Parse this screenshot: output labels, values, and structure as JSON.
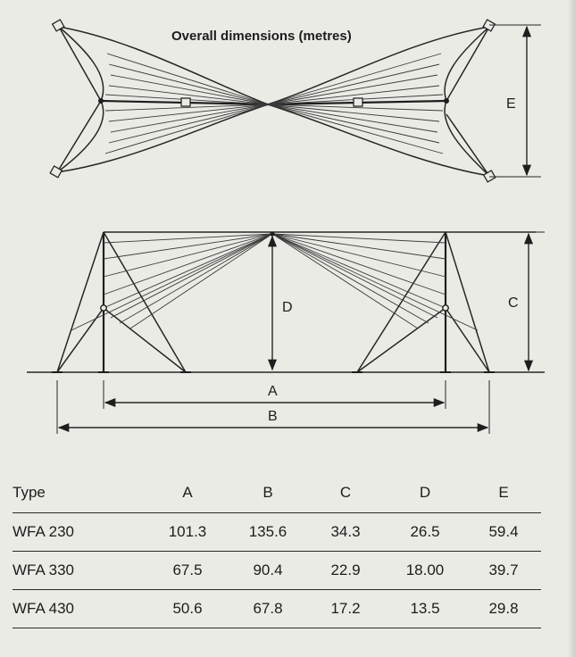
{
  "title": "Overall dimensions (metres)",
  "labels": {
    "a": "A",
    "b": "B",
    "c": "C",
    "d": "D",
    "e": "E"
  },
  "table": {
    "headers": [
      "Type",
      "A",
      "B",
      "C",
      "D",
      "E"
    ],
    "rows": [
      [
        "WFA 230",
        "101.3",
        "135.6",
        "34.3",
        "26.5",
        "59.4"
      ],
      [
        "WFA 330",
        "67.5",
        "90.4",
        "22.9",
        "18.00",
        "39.7"
      ],
      [
        "WFA 430",
        "50.6",
        "67.8",
        "17.2",
        "13.5",
        "29.8"
      ]
    ]
  }
}
